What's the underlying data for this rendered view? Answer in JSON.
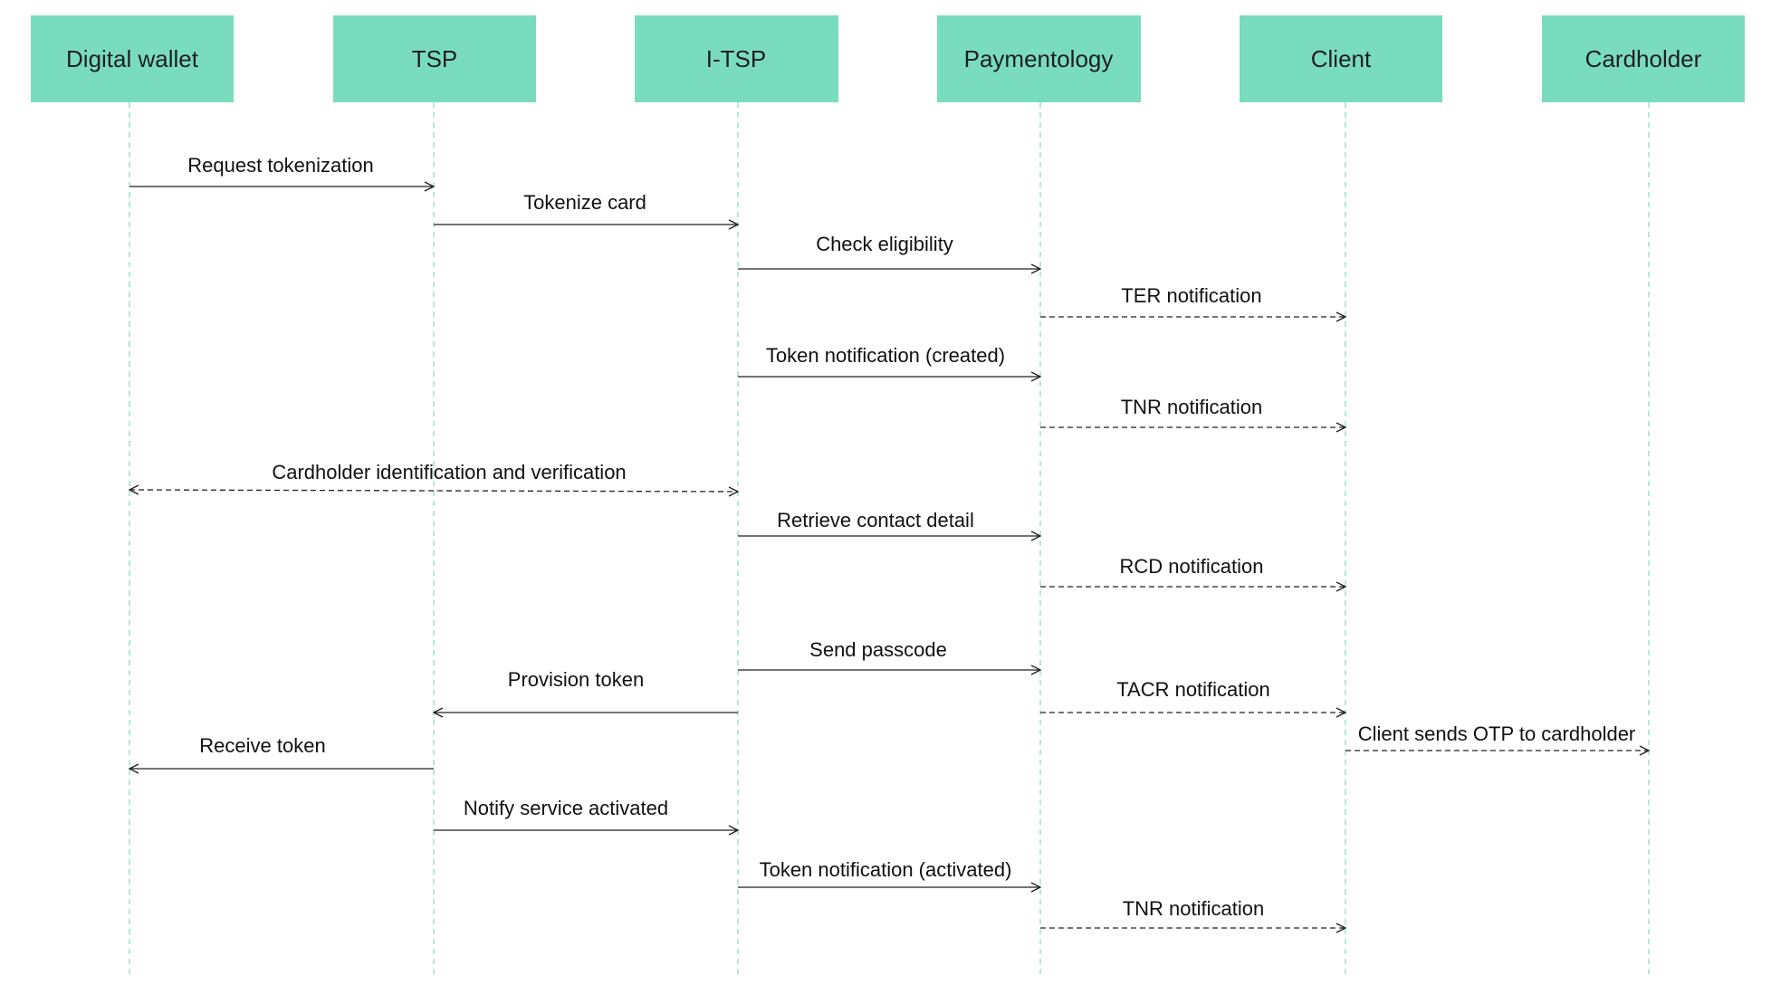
{
  "colors": {
    "participant_fill": "#7adcbf",
    "lifeline": "#8fdcc9",
    "arrow": "#222222",
    "text": "#111111"
  },
  "participants": [
    {
      "id": "wallet",
      "label": "Digital wallet"
    },
    {
      "id": "tsp",
      "label": "TSP"
    },
    {
      "id": "itsp",
      "label": "I-TSP"
    },
    {
      "id": "paymentology",
      "label": "Paymentology"
    },
    {
      "id": "client",
      "label": "Client"
    },
    {
      "id": "cardholder",
      "label": "Cardholder"
    }
  ],
  "messages": [
    {
      "from": "wallet",
      "to": "tsp",
      "label": "Request tokenization",
      "style": "solid"
    },
    {
      "from": "tsp",
      "to": "itsp",
      "label": "Tokenize card",
      "style": "solid"
    },
    {
      "from": "itsp",
      "to": "paymentology",
      "label": "Check eligibility",
      "style": "solid"
    },
    {
      "from": "paymentology",
      "to": "client",
      "label": "TER notification",
      "style": "dashed"
    },
    {
      "from": "itsp",
      "to": "paymentology",
      "label": "Token notification (created)",
      "style": "solid"
    },
    {
      "from": "paymentology",
      "to": "client",
      "label": "TNR notification",
      "style": "dashed"
    },
    {
      "from": "wallet",
      "to": "itsp",
      "label": "Cardholder identification and verification",
      "style": "dashed",
      "bidirectional": true
    },
    {
      "from": "itsp",
      "to": "paymentology",
      "label": "Retrieve contact detail",
      "style": "solid"
    },
    {
      "from": "paymentology",
      "to": "client",
      "label": "RCD notification",
      "style": "dashed"
    },
    {
      "from": "itsp",
      "to": "paymentology",
      "label": "Send passcode",
      "style": "solid"
    },
    {
      "from": "itsp",
      "to": "tsp",
      "label": "Provision token",
      "style": "solid"
    },
    {
      "from": "paymentology",
      "to": "client",
      "label": "TACR notification",
      "style": "dashed"
    },
    {
      "from": "client",
      "to": "cardholder",
      "label": "Client sends OTP to cardholder",
      "style": "dashed"
    },
    {
      "from": "tsp",
      "to": "wallet",
      "label": "Receive token",
      "style": "solid"
    },
    {
      "from": "tsp",
      "to": "itsp",
      "label": "Notify service activated",
      "style": "solid"
    },
    {
      "from": "itsp",
      "to": "paymentology",
      "label": "Token notification (activated)",
      "style": "solid"
    },
    {
      "from": "paymentology",
      "to": "client",
      "label": "TNR notification",
      "style": "dashed"
    }
  ]
}
